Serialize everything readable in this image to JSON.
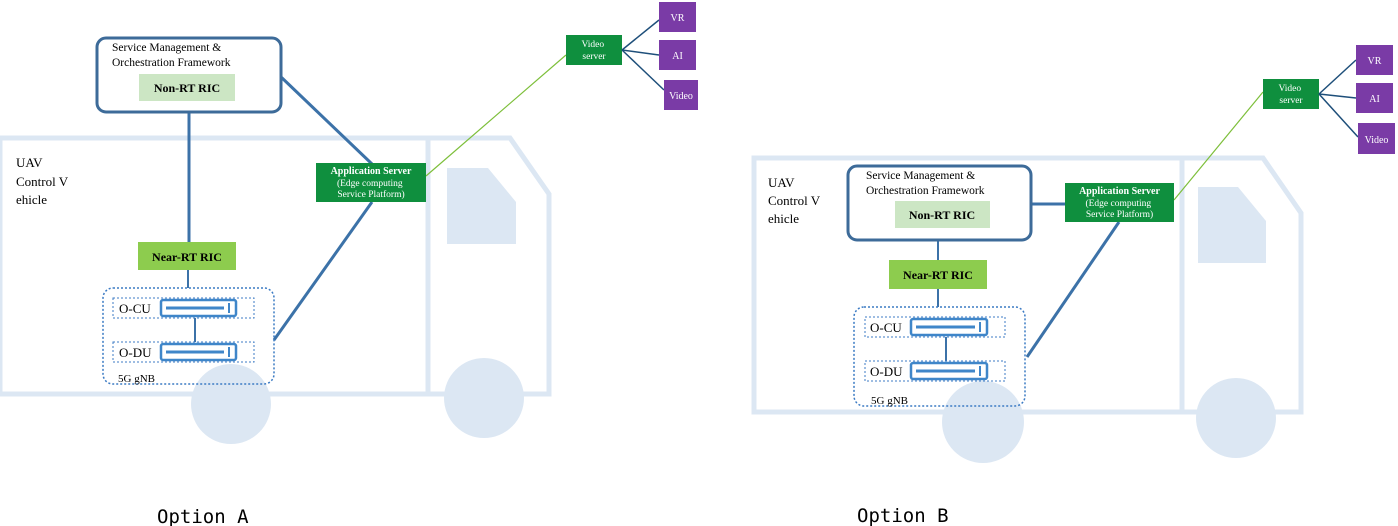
{
  "colors": {
    "truck": "#dce7f3",
    "link": "#3c72a8",
    "smo_border": "#3d6b99",
    "non_rt_fill": "#cce6c4",
    "near_rt_fill": "#8dcc4e",
    "app_server_fill": "#0f8f3e",
    "video_server_fill": "#0f8f3e",
    "app_box_fill": "#7a3ba6",
    "gnb_border": "#3c7bc4",
    "server_icon": "#3f86c9",
    "green_line": "#7dbf3a"
  },
  "icons": [
    "server-rack-icon"
  ],
  "options": [
    {
      "caption": "Option A",
      "vehicle_label": [
        "UAV",
        "Control V",
        "ehicle"
      ],
      "smo_label": [
        "Service Management &",
        "Orchestration Framework"
      ],
      "non_rt_ric": "Non-RT RIC",
      "near_rt_ric": "Near-RT RIC",
      "o_cu": "O-CU",
      "o_du": "O-DU",
      "gnb": "5G gNB",
      "app_server": {
        "title": "Application Server",
        "lines": [
          "(Edge computing",
          "Service Platform)"
        ]
      },
      "video_server": [
        "Video",
        "server"
      ],
      "apps": [
        "VR",
        "AI",
        "Video"
      ]
    },
    {
      "caption": "Option B",
      "vehicle_label": [
        "UAV",
        "Control V",
        "ehicle"
      ],
      "smo_label": [
        "Service Management &",
        "Orchestration Framework"
      ],
      "non_rt_ric": "Non-RT RIC",
      "near_rt_ric": "Near-RT RIC",
      "o_cu": "O-CU",
      "o_du": "O-DU",
      "gnb": "5G gNB",
      "app_server": {
        "title": "Application Server",
        "lines": [
          "(Edge computing",
          "Service Platform)"
        ]
      },
      "video_server": [
        "Video",
        "server"
      ],
      "apps": [
        "VR",
        "AI",
        "Video"
      ]
    }
  ]
}
